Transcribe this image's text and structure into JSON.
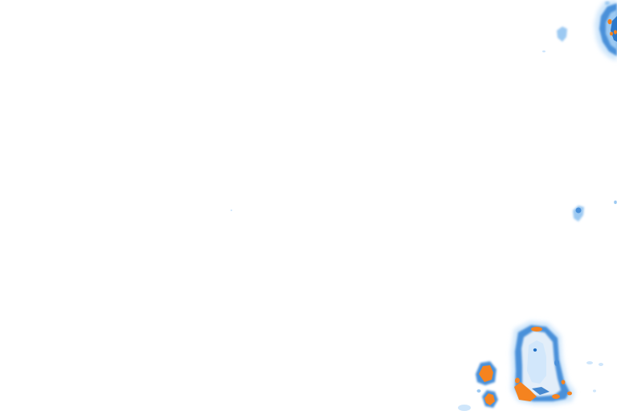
{
  "map": {
    "background_color": "#ffffff",
    "legend_colors": {
      "light": "#cfe6fb",
      "medium_light": "#9cc9f2",
      "medium": "#4a90d9",
      "strong": "#1f6fc6",
      "intense": "#f5831f"
    },
    "features": [
      {
        "name": "echo-cell-top-right",
        "intensity_peak": "intense"
      },
      {
        "name": "echo-speck-top-right",
        "intensity_peak": "medium_light"
      },
      {
        "name": "echo-speck-right-middle",
        "intensity_peak": "medium"
      },
      {
        "name": "echo-cell-bottom-right",
        "intensity_peak": "intense"
      },
      {
        "name": "echo-cell-bottom-left-small",
        "intensity_peak": "intense"
      }
    ]
  }
}
